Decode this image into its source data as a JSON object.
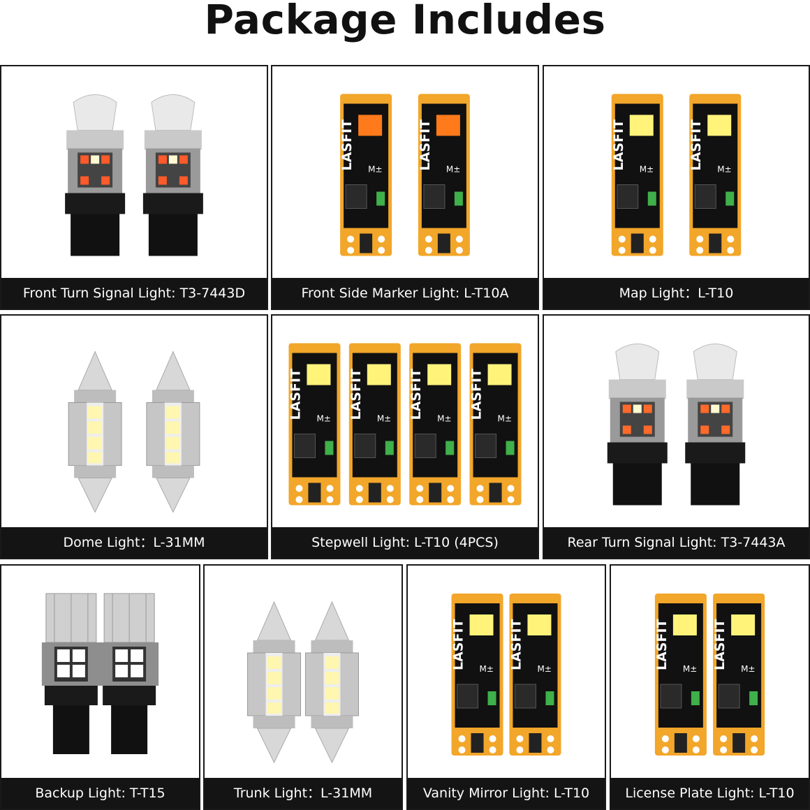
{
  "title": "Package Includes",
  "products": [
    {
      "name": "Front Turn Signal Light: T3-7443D",
      "bulb": "t3-7443-bulb",
      "count": 2,
      "led_color": "#ff5a2a"
    },
    {
      "name": "Front Side Marker Light: L-T10A",
      "bulb": "wedge-pcb-amber",
      "count": 2,
      "led_color": "#ff7a1a"
    },
    {
      "name": "Map Light：L-T10",
      "bulb": "wedge-pcb-bulb",
      "count": 2,
      "led_color": "#fff37a"
    },
    {
      "name": "Dome Light：L-31MM",
      "bulb": "festoon-bulb",
      "count": 2,
      "led_color": "#fff6b0"
    },
    {
      "name": "Stepwell Light:  L-T10 (4PCS)",
      "bulb": "wedge-pcb-bulb",
      "count": 4,
      "led_color": "#fff37a"
    },
    {
      "name": "Rear Turn Signal Light: T3-7443A",
      "bulb": "t3-7443-bulb",
      "count": 2,
      "led_color": "#ff6a2a"
    },
    {
      "name": "Backup Light: T-T15",
      "bulb": "t15-bulb",
      "count": 2,
      "led_color": "#ffffff"
    },
    {
      "name": "Trunk Light：L-31MM",
      "bulb": "festoon-bulb",
      "count": 2,
      "led_color": "#fff6b0"
    },
    {
      "name": "Vanity Mirror Light: L-T10",
      "bulb": "wedge-pcb-bulb",
      "count": 2,
      "led_color": "#fff37a"
    },
    {
      "name": "License Plate Light: L-T10",
      "bulb": "wedge-pcb-bulb",
      "count": 2,
      "led_color": "#fff37a"
    }
  ],
  "brand": "LASFIT",
  "colors": {
    "pcb": "#f2a62a",
    "pcb_dark": "#111111",
    "caption_bg": "#141414",
    "border": "#1a1a1a"
  }
}
